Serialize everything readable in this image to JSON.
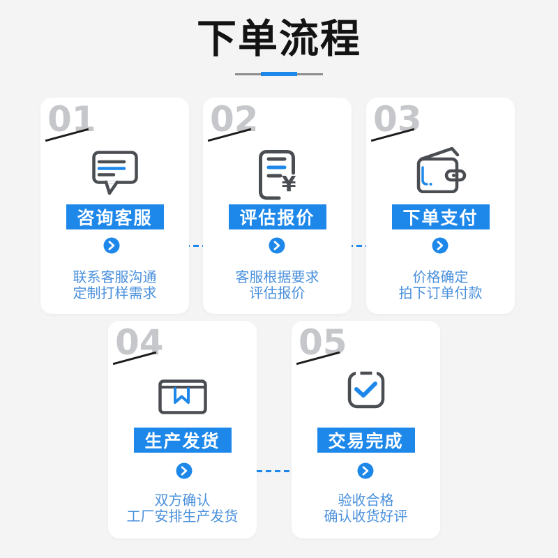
{
  "colors": {
    "bg": "#f4f4f5",
    "card": "#ffffff",
    "accent": "#1e88ea",
    "desc-text": "#4a90dc",
    "number-gray": "#c5c7ca",
    "icon-dark": "#4a4d52",
    "underline-gray": "#8c8c8c",
    "slash": "#1c1c1c",
    "title": "#131313"
  },
  "header": {
    "title": "下单流程"
  },
  "steps": [
    {
      "number": "01",
      "label": "咨询客服",
      "icon": "chat-bubble-icon",
      "desc_line1": "联系客服沟通",
      "desc_line2": "定制打样需求"
    },
    {
      "number": "02",
      "label": "评估报价",
      "icon": "quote-document-icon",
      "currency_symbol": "¥",
      "desc_line1": "客服根据要求",
      "desc_line2": "评估报价"
    },
    {
      "number": "03",
      "label": "下单支付",
      "icon": "wallet-icon",
      "desc_line1": "价格确定",
      "desc_line2": "拍下订单付款"
    },
    {
      "number": "04",
      "label": "生产发货",
      "icon": "package-icon",
      "desc_line1": "双方确认",
      "desc_line2": "工厂安排生产发货"
    },
    {
      "number": "05",
      "label": "交易完成",
      "icon": "checkbox-icon",
      "desc_line1": "验收合格",
      "desc_line2": "确认收货好评"
    }
  ]
}
